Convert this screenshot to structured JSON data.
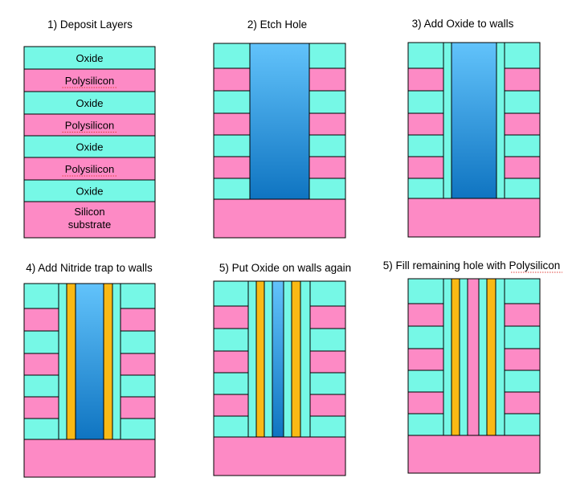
{
  "colors": {
    "oxide": "#76f8e6",
    "polysilicon": "#fd8ac5",
    "nitride": "#f9b915",
    "hole_top": "#62c3fb",
    "hole_bottom": "#0f74c1",
    "outline": "#000000"
  },
  "steps": [
    {
      "title": "1) Deposit Layers"
    },
    {
      "title": "2) Etch Hole"
    },
    {
      "title": "3) Add Oxide to walls"
    },
    {
      "title": "4) Add Nitride trap to walls"
    },
    {
      "title": "5) Put Oxide on walls again"
    },
    {
      "title": "5) Fill remaining hole with Polysilicon"
    }
  ],
  "layers": {
    "oxide": "Oxide",
    "polysilicon": "Polysilicon",
    "substrate_line1": "Silicon",
    "substrate_line2": "substrate"
  }
}
